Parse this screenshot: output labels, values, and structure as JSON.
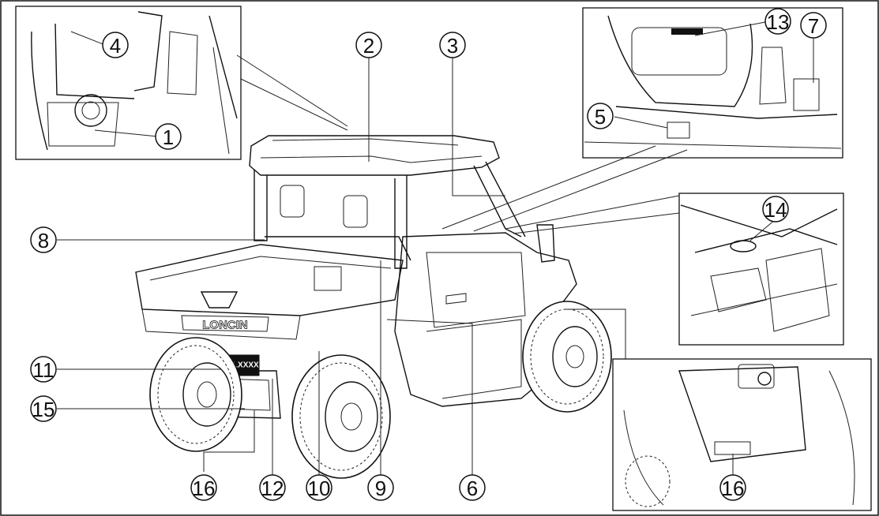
{
  "diagram": {
    "callouts": [
      {
        "id": "c1",
        "label": "1"
      },
      {
        "id": "c2",
        "label": "2"
      },
      {
        "id": "c3",
        "label": "3"
      },
      {
        "id": "c4",
        "label": "4"
      },
      {
        "id": "c5",
        "label": "5"
      },
      {
        "id": "c6",
        "label": "6"
      },
      {
        "id": "c7",
        "label": "7"
      },
      {
        "id": "c8",
        "label": "8"
      },
      {
        "id": "c9",
        "label": "9"
      },
      {
        "id": "c10",
        "label": "10"
      },
      {
        "id": "c11",
        "label": "11"
      },
      {
        "id": "c12",
        "label": "12"
      },
      {
        "id": "c13",
        "label": "13"
      },
      {
        "id": "c14",
        "label": "14"
      },
      {
        "id": "c15",
        "label": "15"
      },
      {
        "id": "c16a",
        "label": "16"
      },
      {
        "id": "c16b",
        "label": "16"
      }
    ],
    "brand_lettering": "LONCIN",
    "plate_lettering": "XLXXXX"
  }
}
